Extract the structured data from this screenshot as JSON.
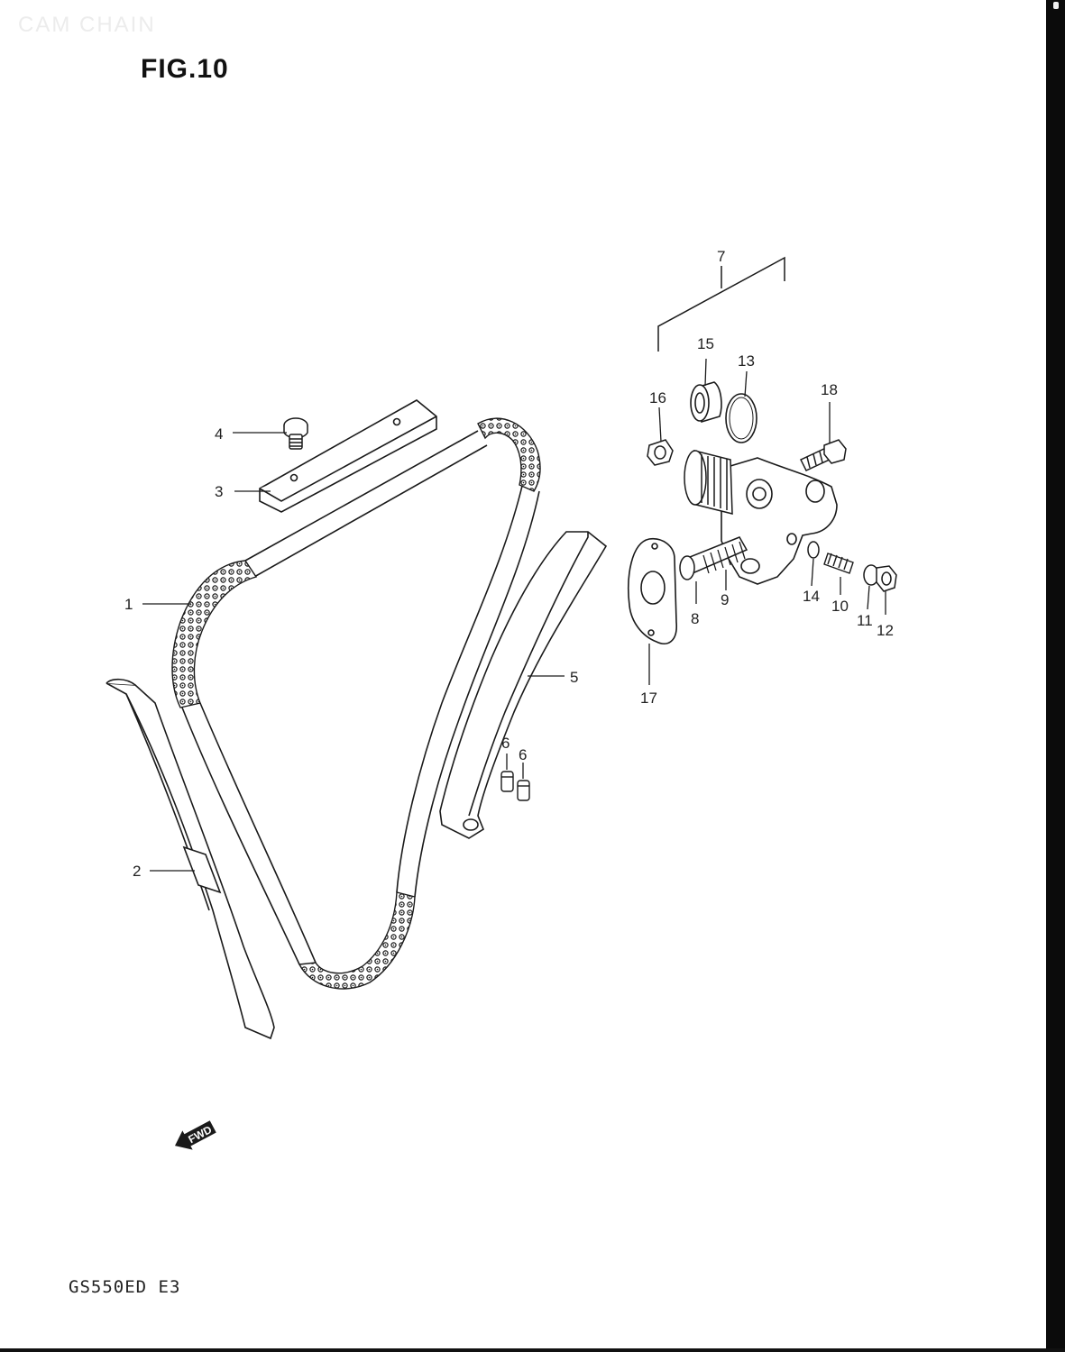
{
  "header": {
    "ghost_title": "CAM CHAIN",
    "figure_title": "FIG.10"
  },
  "footer": {
    "model_code": "GS550ED E3"
  },
  "direction_marker": {
    "label": "FWD",
    "icon": "forward-arrow-icon"
  },
  "callouts": [
    {
      "id": "1",
      "label": "1"
    },
    {
      "id": "2",
      "label": "2"
    },
    {
      "id": "3",
      "label": "3"
    },
    {
      "id": "4",
      "label": "4"
    },
    {
      "id": "5",
      "label": "5"
    },
    {
      "id": "6a",
      "label": "6"
    },
    {
      "id": "6b",
      "label": "6"
    },
    {
      "id": "7",
      "label": "7"
    },
    {
      "id": "8",
      "label": "8"
    },
    {
      "id": "9",
      "label": "9"
    },
    {
      "id": "10",
      "label": "10"
    },
    {
      "id": "11",
      "label": "11"
    },
    {
      "id": "12",
      "label": "12"
    },
    {
      "id": "13",
      "label": "13"
    },
    {
      "id": "14",
      "label": "14"
    },
    {
      "id": "15",
      "label": "15"
    },
    {
      "id": "16",
      "label": "16"
    },
    {
      "id": "17",
      "label": "17"
    },
    {
      "id": "18",
      "label": "18"
    }
  ],
  "colors": {
    "line": "#1a1a1a",
    "background": "#ffffff",
    "edge": "#0b0b0b"
  }
}
